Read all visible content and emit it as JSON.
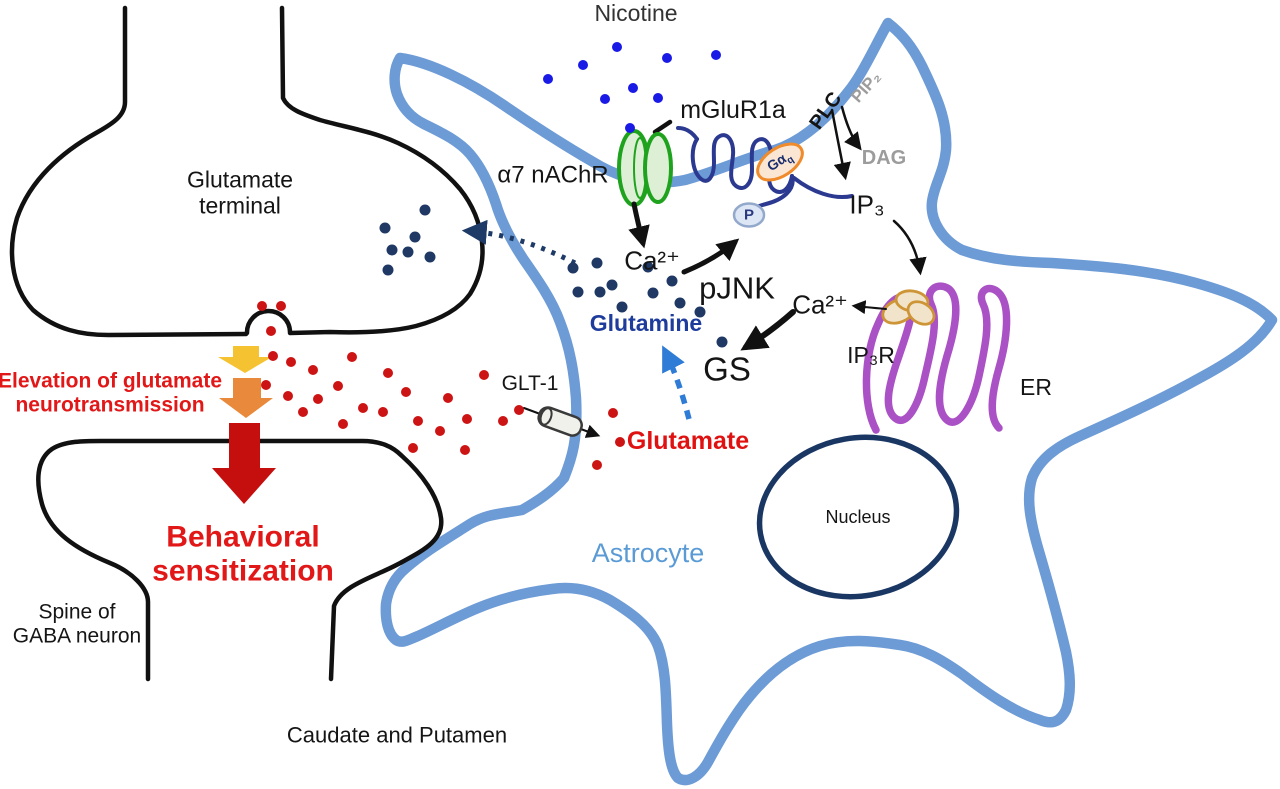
{
  "labels": {
    "nicotine": "Nicotine",
    "mglur1a": "mGluR1a",
    "a7_nachr": "α7 nAChR",
    "plc": "PLC",
    "pip2": "PIP₂",
    "dag": "DAG",
    "ip3": "IP₃",
    "ca_plasma": "Ca²⁺",
    "pjnk": "pJNK",
    "ca_er": "Ca²⁺",
    "gs": "GS",
    "glutamine": "Glutamine",
    "ip3r": "IP₃R",
    "er": "ER",
    "nucleus": "Nucleus",
    "astrocyte": "Astrocyte",
    "glt1": "GLT-1",
    "glutamate": "Glutamate",
    "g_protein": "Gα",
    "g_protein_sub": "q",
    "phospho": "P",
    "terminal_line1": "Glutamate",
    "terminal_line2": "terminal",
    "elevation_line1": "Elevation of glutamate",
    "elevation_line2": "neurotransmission",
    "behavioral_line1": "Behavioral",
    "behavioral_line2": "sensitization",
    "spine_line1": "Spine of",
    "spine_line2": "GABA neuron",
    "caudate": "Caudate and Putamen"
  },
  "molecules": {
    "nicotine_dots": {
      "meaning": "Nicotine",
      "color": "#1A1AE6"
    },
    "glutamine_dots": {
      "meaning": "Glutamine",
      "color": "#1F3864"
    },
    "glutamate_dots": {
      "meaning": "Glutamate",
      "color": "#CC1414"
    }
  },
  "colors": {
    "astrocyte_membrane": "#6C9BD6",
    "neuron_outline": "#111111",
    "nucleus_outline": "#1A3764",
    "er_purple": "#AA52C5",
    "ip3r_fill": "#F1E4CB",
    "ip3r_outline": "#CE9537",
    "nachr_green": "#1FA31F",
    "nachr_fill": "#DDF0D5",
    "mglur_navy": "#2B3A90",
    "gq_outline": "#EF8B2B",
    "gq_fill": "#FBE6D4",
    "phospho_fill": "#DCE6F5",
    "blue_dashed_arrow": "#2E7CD6",
    "navy_dotted_arrow": "#1E3A66",
    "cascade_yellow": "#F5C332",
    "cascade_orange": "#E9893B",
    "cascade_dark_red": "#C50E0E",
    "red_text": "#E21717",
    "glutamate_text": "#E01111",
    "glutamine_text": "#1E3C9C",
    "astrocyte_text": "#5B9BD5",
    "gray_text": "#9C9C9C"
  }
}
